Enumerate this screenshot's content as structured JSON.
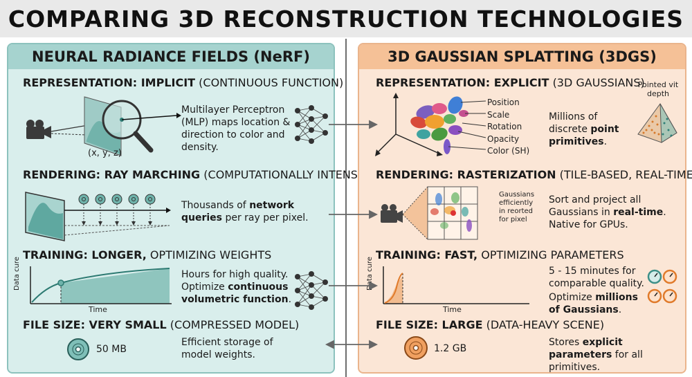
{
  "title": "COMPARING 3D RECONSTRUCTION TECHNOLOGIES",
  "nerf": {
    "header": "NEURAL RADIANCE FIELDS (NeRF)",
    "representation": {
      "label": "REPRESENTATION: IMPLICIT",
      "sub": "(CONTINUOUS FUNCTION)",
      "desc": "Multilayer Perceptron (MLP) maps location & direction to color and density.",
      "coords": "(x, y, z)"
    },
    "rendering": {
      "label": "RENDERING: RAY MARCHING",
      "sub": "(COMPUTATIONALLY INTENSIVE)",
      "desc_pre": "Thousands of ",
      "desc_bold": "network queries",
      "desc_post": " per ray per pixel."
    },
    "training": {
      "label": "TRAINING: LONGER,",
      "sub": "OPTIMIZING WEIGHTS",
      "desc_1": "Hours for high quality.",
      "desc_2_pre": "Optimize ",
      "desc_2_bold": "continuous volumetric function",
      "desc_2_post": ".",
      "y_axis": "Data cure",
      "x_axis": "Time"
    },
    "filesize": {
      "label": "FILE SIZE: VERY SMALL",
      "sub": "(COMPRESSED MODEL)",
      "size": "50 MB",
      "desc": "Efficient storage of model weights."
    }
  },
  "gs": {
    "header": "3D GAUSSIAN SPLATTING (3DGS)",
    "representation": {
      "label": "REPRESENTATION: EXPLICIT",
      "sub": "(3D GAUSSIANS)",
      "attributes": [
        "Position",
        "Scale",
        "Rotation",
        "Opacity",
        "Color (SH)"
      ],
      "desc_pre": "Millions of discrete ",
      "desc_bold": "point primitives",
      "desc_post": ".",
      "note": "Pointed vit depth"
    },
    "rendering": {
      "label": "RENDERING: RASTERIZATION",
      "sub": "(TILE-BASED, REAL-TIME)",
      "tile_note": "Gaussians efficiently in reorted for pixel",
      "desc_pre": "Sort and project all Gaussians in ",
      "desc_bold": "real-time",
      "desc_post": ". Native for GPUs."
    },
    "training": {
      "label": "TRAINING: FAST,",
      "sub": "OPTIMIZING PARAMETERS",
      "desc_1": "5 - 15 minutes for comparable quality.",
      "desc_2_pre": "Optimize ",
      "desc_2_bold": "millions of Gaussians",
      "desc_2_post": ".",
      "y_axis": "Data cure",
      "x_axis": "Time"
    },
    "filesize": {
      "label": "FILE SIZE: LARGE",
      "sub": "(DATA-HEAVY SCENE)",
      "size": "1.2 GB",
      "desc_pre": "Stores ",
      "desc_bold": "explicit parameters",
      "desc_post": " for all primitives."
    }
  },
  "colors": {
    "nerf_bg": "#d9eeec",
    "nerf_header": "#a6d3cf",
    "gs_bg": "#fbe6d6",
    "gs_header": "#f5c197",
    "teal_accent": "#3d8f87",
    "orange_accent": "#e8843a"
  }
}
